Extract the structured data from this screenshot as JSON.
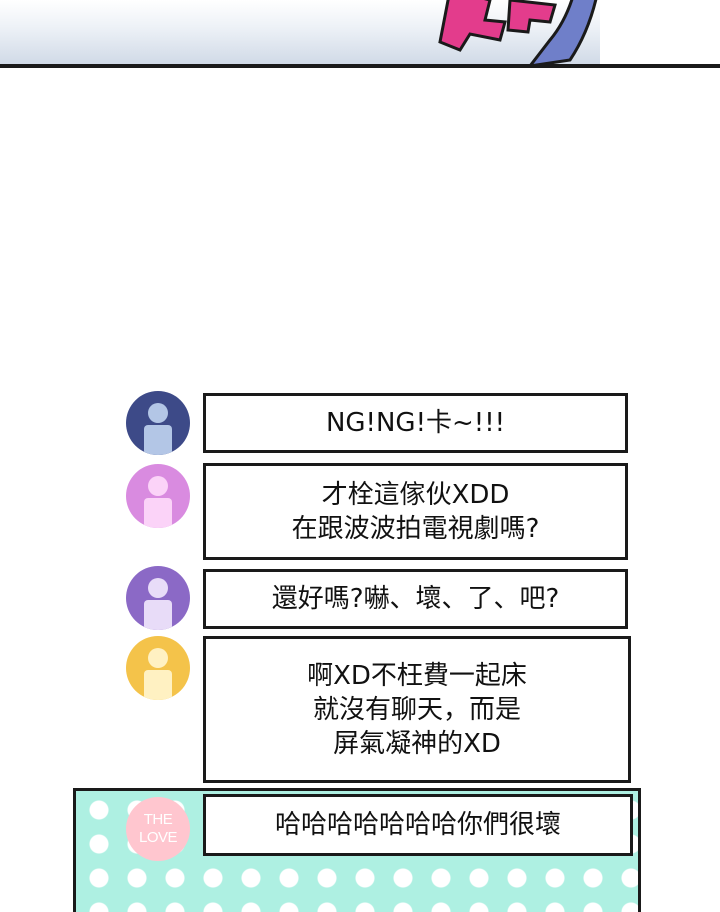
{
  "messages": [
    {
      "lines": [
        "NG!NG!卡~!!!"
      ],
      "avatar_color": "#3d4a88"
    },
    {
      "lines": [
        "才栓這傢伙XDD",
        "在跟波波拍電視劇嗎?"
      ],
      "avatar_color": "#d98be0"
    },
    {
      "lines": [
        "還好嗎?嚇、壞、了、吧?"
      ],
      "avatar_color": "#8b69c6"
    },
    {
      "lines": [
        "啊XD不枉費一起床",
        "就沒有聊天，而是",
        "屏氣凝神的XD"
      ],
      "avatar_color": "#f4c34a"
    },
    {
      "lines": [
        "哈哈哈哈哈哈哈你們很壞"
      ],
      "badge": [
        "THE",
        "LOVE"
      ]
    }
  ],
  "colors": {
    "dot_panel_bg": "#aef0e2",
    "love_badge": "#ffc6cf",
    "bubble_border": "#1a1a1a"
  }
}
